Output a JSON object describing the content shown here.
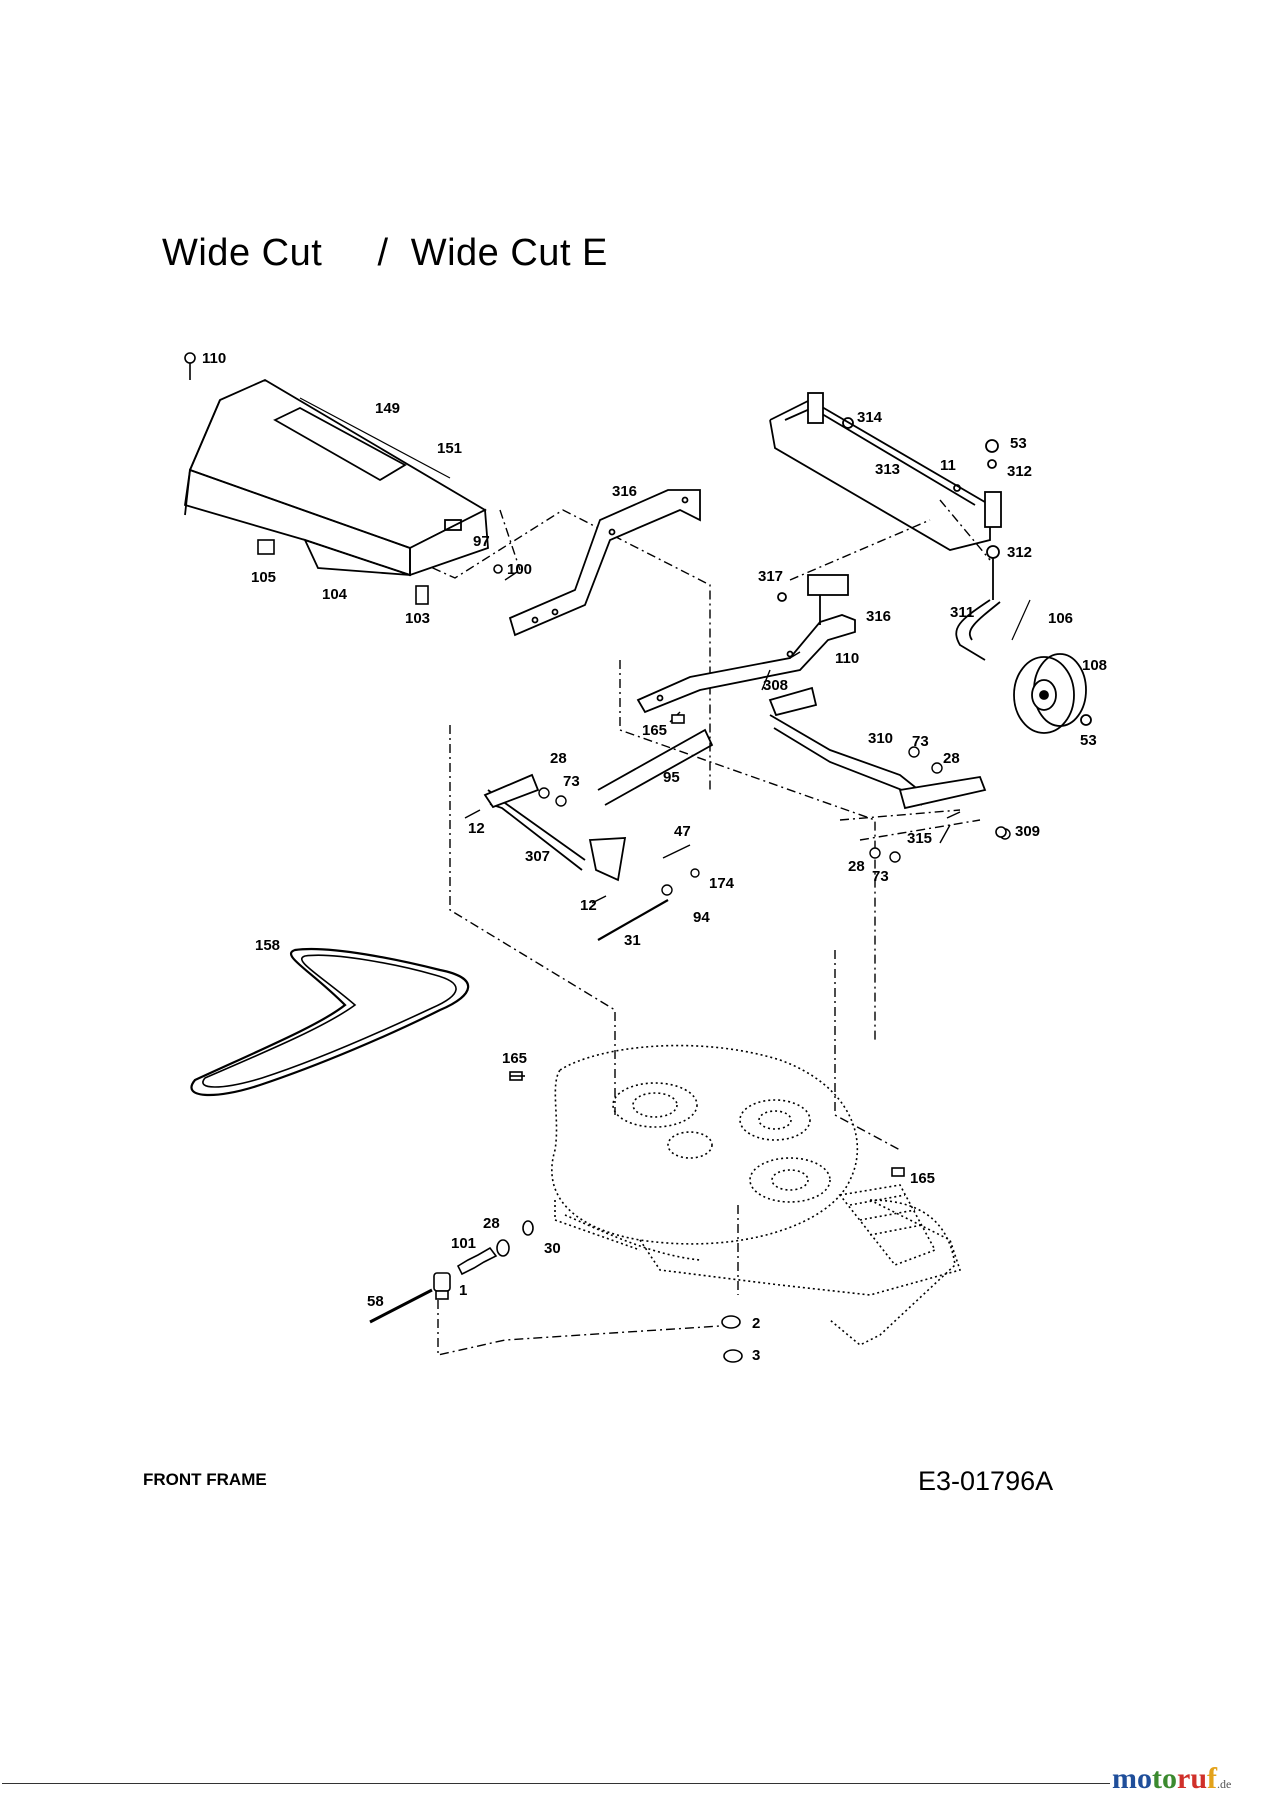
{
  "header": {
    "title": "Wide Cut     /  Wide Cut E"
  },
  "footer": {
    "section_caption": "FRONT FRAME",
    "drawing_number": "E3-01796A",
    "logo": "motoruf.de"
  },
  "callouts": [
    {
      "id": "c110a",
      "label": "110"
    },
    {
      "id": "c149",
      "label": "149"
    },
    {
      "id": "c151",
      "label": "151"
    },
    {
      "id": "c97",
      "label": "97"
    },
    {
      "id": "c105",
      "label": "105"
    },
    {
      "id": "c104",
      "label": "104"
    },
    {
      "id": "c103",
      "label": "103"
    },
    {
      "id": "c100",
      "label": "100"
    },
    {
      "id": "c316a",
      "label": "316"
    },
    {
      "id": "c314",
      "label": "314"
    },
    {
      "id": "c53a",
      "label": "53"
    },
    {
      "id": "c313",
      "label": "313"
    },
    {
      "id": "c11",
      "label": "11"
    },
    {
      "id": "c312a",
      "label": "312"
    },
    {
      "id": "c312b",
      "label": "312"
    },
    {
      "id": "c317",
      "label": "317"
    },
    {
      "id": "c316b",
      "label": "316"
    },
    {
      "id": "c311",
      "label": "311"
    },
    {
      "id": "c106",
      "label": "106"
    },
    {
      "id": "c110b",
      "label": "110"
    },
    {
      "id": "c108",
      "label": "108"
    },
    {
      "id": "c308",
      "label": "308"
    },
    {
      "id": "c53b",
      "label": "53"
    },
    {
      "id": "c165a",
      "label": "165"
    },
    {
      "id": "c310",
      "label": "310"
    },
    {
      "id": "c73a",
      "label": "73"
    },
    {
      "id": "c28a",
      "label": "28"
    },
    {
      "id": "c28b",
      "label": "28"
    },
    {
      "id": "c73b",
      "label": "73"
    },
    {
      "id": "c95",
      "label": "95"
    },
    {
      "id": "c12a",
      "label": "12"
    },
    {
      "id": "c307",
      "label": "307"
    },
    {
      "id": "c47",
      "label": "47"
    },
    {
      "id": "c174",
      "label": "174"
    },
    {
      "id": "c315",
      "label": "315"
    },
    {
      "id": "c309",
      "label": "309"
    },
    {
      "id": "c28c",
      "label": "28"
    },
    {
      "id": "c73c",
      "label": "73"
    },
    {
      "id": "c12b",
      "label": "12"
    },
    {
      "id": "c94",
      "label": "94"
    },
    {
      "id": "c31",
      "label": "31"
    },
    {
      "id": "c158",
      "label": "158"
    },
    {
      "id": "c165b",
      "label": "165"
    },
    {
      "id": "c165c",
      "label": "165"
    },
    {
      "id": "c28d",
      "label": "28"
    },
    {
      "id": "c101",
      "label": "101"
    },
    {
      "id": "c30",
      "label": "30"
    },
    {
      "id": "c1",
      "label": "1"
    },
    {
      "id": "c58",
      "label": "58"
    },
    {
      "id": "c2",
      "label": "2"
    },
    {
      "id": "c3",
      "label": "3"
    }
  ]
}
